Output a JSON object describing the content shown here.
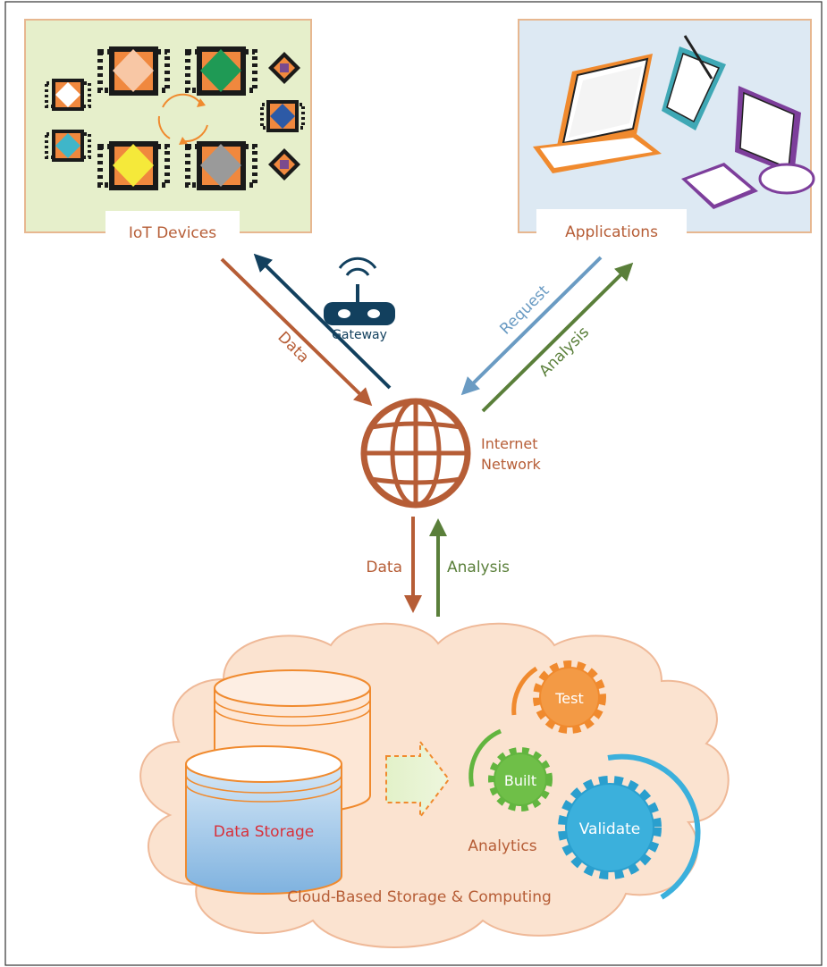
{
  "iot": {
    "label": "IoT Devices"
  },
  "applications": {
    "label": "Applications"
  },
  "gateway": {
    "label": "Gateway"
  },
  "network": {
    "line1": "Internet",
    "line2": "Network"
  },
  "links": {
    "data_left": "Data",
    "request": "Request",
    "analysis_right": "Analysis",
    "data_down": "Data",
    "analysis_up": "Analysis"
  },
  "cloud": {
    "storage_label": "Data Storage",
    "analytics_label": "Analytics",
    "caption": "Cloud-Based Storage & Computing",
    "gears": {
      "test": "Test",
      "built": "Built",
      "validate": "Validate"
    }
  },
  "colors": {
    "orange": "#b65d36",
    "navy": "#12405e",
    "green": "#5a7f3a",
    "lightblue": "#6a9bc3",
    "iot_panel": "#e6efcb",
    "app_panel": "#dde9f3",
    "cloud_fill": "#fbe3d0",
    "storage_text": "#d8303a"
  }
}
